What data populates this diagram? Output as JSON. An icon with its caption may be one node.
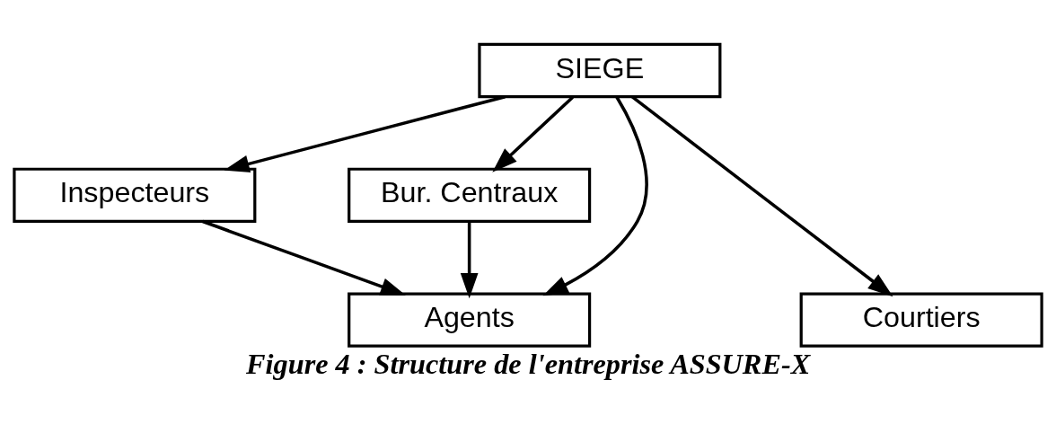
{
  "diagram": {
    "caption": "Figure 4 : Structure de l'entreprise ASSURE-X",
    "nodes": [
      {
        "text": [
          "SIEGE"
        ]
      },
      {
        "text": [
          "Inspecteurs"
        ]
      },
      {
        "text": [
          "Bur. Centraux"
        ]
      },
      {
        "text": [
          "Agents"
        ]
      },
      {
        "text": [
          "Courtiers"
        ]
      }
    ],
    "edges": [
      {
        "from": 0,
        "to": 1,
        "arrow": "to"
      },
      {
        "from": 0,
        "to": 2,
        "arrow": "to"
      },
      {
        "from": 0,
        "to": 3,
        "arrow": "to"
      },
      {
        "from": 2,
        "to": 3,
        "arrow": "to"
      },
      {
        "from": 1,
        "to": 3,
        "arrow": "to"
      },
      {
        "from": 0,
        "to": 4,
        "arrow": "to"
      }
    ]
  }
}
